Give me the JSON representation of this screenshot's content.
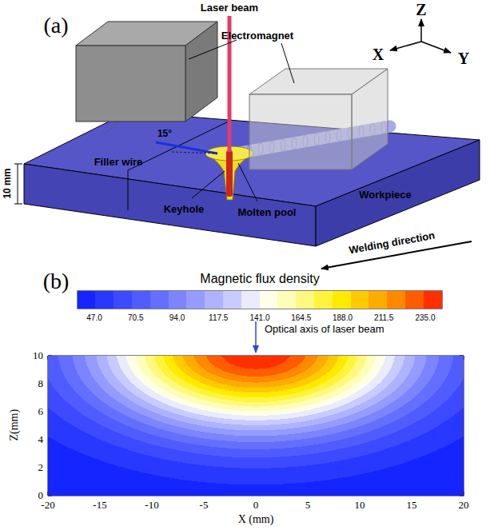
{
  "diagram": {
    "labels": [
      "(a)",
      "Laser beam",
      "Electromagnet",
      "Z",
      "X",
      "Y",
      "10 mm",
      "15°",
      "Filler wire",
      "Keyhole",
      "Molten pool",
      "Workpiece",
      "Welding direction",
      "(b)",
      "Magnetic flux density",
      "47.0",
      "70.5",
      "94.0",
      "117.5",
      "141.0",
      "164.5",
      "188.0",
      "211.5",
      "235.0",
      "Optical axis of laser beam",
      "10",
      "8",
      "6",
      "4",
      "2",
      "0",
      "Z(mm)",
      "-20",
      "-15",
      "-10",
      "-5",
      "0",
      "5",
      "10",
      "15",
      "20",
      "X (mm)"
    ]
  }
}
